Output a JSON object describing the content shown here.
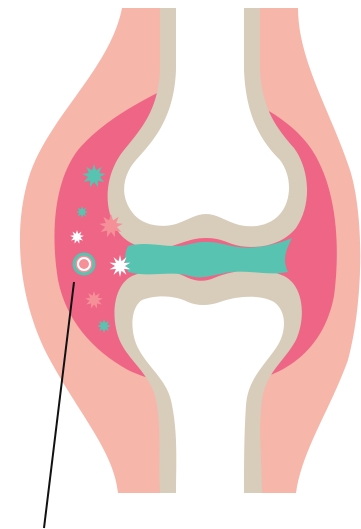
{
  "diagram": {
    "colors": {
      "capsule": "#f6b6aa",
      "synovium": "#ee6585",
      "bone": "#d8ccbb",
      "marrow": "#ffffff",
      "cartilage": "#57c3b0",
      "cell_pink": "#f58f98",
      "cell_teal": "#57c3b0",
      "cell_white": "#ffffff",
      "pointer": "#111111"
    },
    "parts": [
      "joint-capsule",
      "synovial-membrane",
      "upper-bone",
      "lower-bone",
      "cartilage",
      "inflammatory-cells",
      "pointer-line"
    ]
  }
}
